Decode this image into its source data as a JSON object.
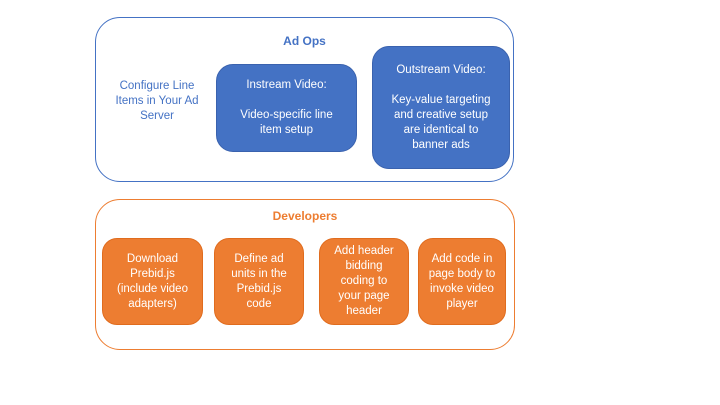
{
  "colors": {
    "blue": "#4472C4",
    "blue_border": "#3A62AE",
    "orange": "#ED7D31",
    "orange_border": "#E06C1E"
  },
  "ad_ops": {
    "title": "Ad Ops",
    "side_note": "Configure Line\nItems in Your Ad\nServer",
    "boxes": [
      {
        "title": "Instream Video:",
        "body": "Video-specific line\nitem setup"
      },
      {
        "title": "Outstream Video:",
        "body": "Key-value targeting\nand creative setup\nare identical to\nbanner ads"
      }
    ]
  },
  "developers": {
    "title": "Developers",
    "boxes": [
      {
        "text": "Download\nPrebid.js\n(include video\nadapters)"
      },
      {
        "text": "Define ad\nunits in the\nPrebid.js\ncode"
      },
      {
        "text": "Add header\nbidding\ncoding to\nyour page\nheader"
      },
      {
        "text": "Add code in\npage body to\ninvoke video\nplayer"
      }
    ]
  }
}
